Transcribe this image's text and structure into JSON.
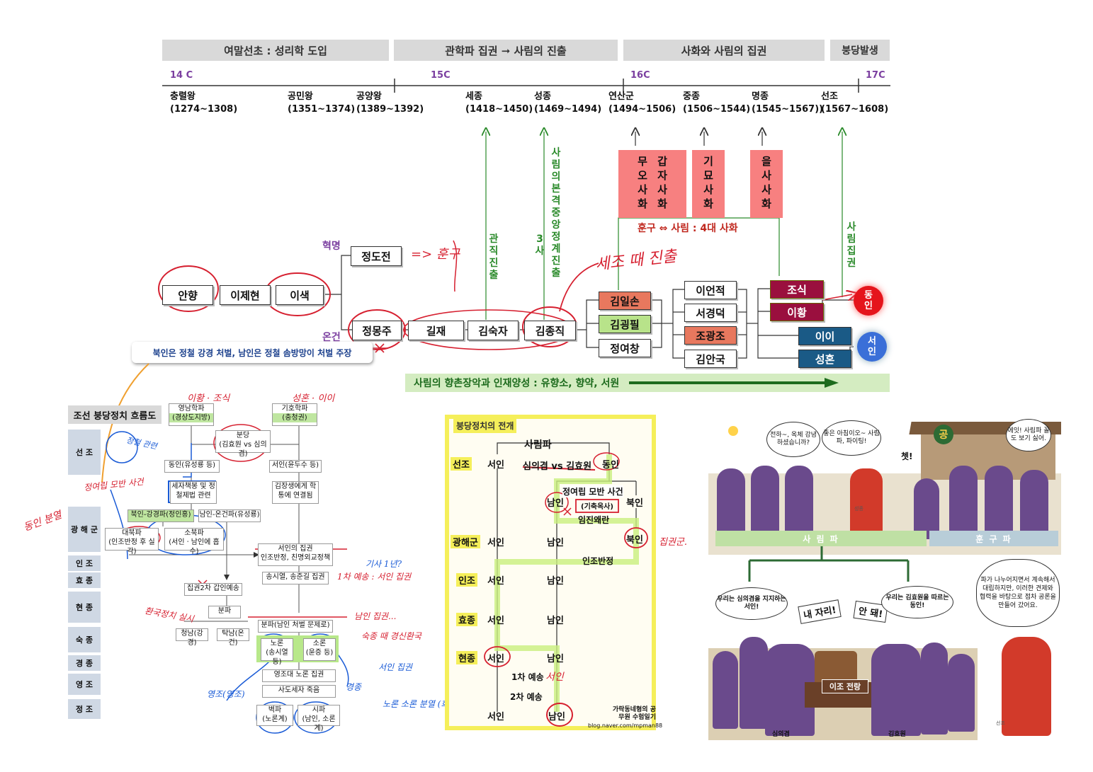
{
  "timeline": {
    "eras": [
      {
        "label": "여말선초 : 성리학 도입"
      },
      {
        "label": "관학파 집권 ➞ 사림의 진출"
      },
      {
        "label": "사화와 사림의 집권"
      },
      {
        "label": "붕당발생"
      }
    ],
    "centuries": [
      "14 C",
      "15C",
      "16C",
      "17C"
    ],
    "kings": [
      {
        "name": "충렬왕",
        "years": "(1274~1308)"
      },
      {
        "name": "공민왕",
        "years": "(1351~1374)"
      },
      {
        "name": "공양왕",
        "years": "(1389~1392)"
      },
      {
        "name": "세종",
        "years": "(1418~1450)"
      },
      {
        "name": "성종",
        "years": "(1469~1494)"
      },
      {
        "name": "연산군",
        "years": "(1494~1506)"
      },
      {
        "name": "중종",
        "years": "(1506~1544)"
      },
      {
        "name": "명종",
        "years": "(1545~1567))"
      },
      {
        "name": "선조",
        "years": "(1567~1608)"
      }
    ]
  },
  "sahwa": {
    "boxes": [
      {
        "cols": [
          "무오사화",
          "갑자사화"
        ]
      },
      {
        "cols": [
          "기묘사화"
        ]
      },
      {
        "cols": [
          "을사사화"
        ]
      }
    ],
    "caption": "훈구 ⇔ 사림 : 4대 사화"
  },
  "lineage": {
    "revolution_label": "혁명",
    "moderate_label": "온건",
    "people": {
      "anhyang": "안향",
      "ijehyeon": "이제현",
      "isaek": "이색",
      "jeongdojeon": "정도전",
      "jeongmongju": "정몽주",
      "giljae": "길재",
      "kimsukja": "김숙자",
      "kimjongjik": "김종직",
      "kimilson": "김일손",
      "kimgoengpil": "김굉필",
      "jeongyeochang": "정여창",
      "ieonjeok": "이언적",
      "seogyeongdeok": "서경덕",
      "jogwangjo": "조광조",
      "kimanguk": "김안국",
      "josik": "조식",
      "ihwang": "이황",
      "ii": "이이",
      "seonghon": "성혼"
    },
    "dongin": "동인",
    "seoin": "서인",
    "vertical_labels": {
      "gwanjik": "관직진출",
      "sa3": "3사",
      "sarim_bongyeok": "사림의본격중앙정계진출",
      "sarim_jipgwon": "사림집권"
    },
    "bottom_arrow": "사림의 향촌장악과 인재양성 : 유향소, 향약, 서원",
    "callout": "북인은 정철 강경 처벌, 남인은 정철 솜방망이 처벌 주장"
  },
  "handwriting": {
    "hungu": "=> 훈구",
    "sejo": "세조 때 진출"
  },
  "flow_chart": {
    "title": "조선 붕당정치 흐름도",
    "kings": [
      "선 조",
      "광 해 군",
      "인 조",
      "효 종",
      "현 종",
      "숙 종",
      "경 종",
      "영 조",
      "정 조"
    ],
    "nodes": {
      "yeongnam": "영남학파",
      "yeongnam_sub": "(경상도지방)",
      "giho": "기호학파",
      "giho_sub": "(충청권)",
      "bundang": "분당",
      "bundang_sub": "(김효원 vs 심의겸)",
      "dongin": "동인(유성룡 등)",
      "seoin": "서인(윤두수 등)",
      "seja": "세자책봉 및 정철제법 관련",
      "kim": "김장생에게 학통에 연결됨",
      "bukin": "북인-강경파(정인홍)",
      "namin": "남인-온건파(유성룡)",
      "daebuk": "대북파",
      "daebuk_sub": "(인조반정 후 실각)",
      "sobuk": "소북파",
      "sobuk_sub": "(서인ㆍ남인에 흡수)",
      "seoin_jipgwon": "서인의 집권",
      "seoin_jipgwon_sub": "인조반정, 친명외교정책",
      "song": "송시열, 송준길 집권",
      "jipgwon": "집권2차 갑인예송",
      "bunpa": "분파",
      "jeongnam": "청남(강경)",
      "tangnam": "탁남(온건)",
      "bunpa_namin": "분파(남인 처벌 문제로)",
      "noron": "노론",
      "noron_sub": "(송시열 등)",
      "soron": "소론",
      "soron_sub": "(윤증 등)",
      "yeongjo_noron": "영조대 노론 집권",
      "sado": "사도세자 죽음",
      "byeokpa": "벽파",
      "byeokpa_sub": "(노론계)",
      "sipa": "시파",
      "sipa_sub": "(남인, 소론계)"
    },
    "notes": {
      "ihwang_jo": "이황 · 조식",
      "seong_i": "성혼 · 이이",
      "jeongyeorip": "정여립 모반 사건",
      "dongin_bunyeol": "동인 분열",
      "jeongcheol": "정철 관련",
      "gisa": "기사 1년?",
      "first_yesong": "1차 예송 : 서인 집권",
      "hwanguk": "환국정치 실시",
      "namin_jipgwon": "남인 집권...",
      "sukjong": "숙종 때 경신환국",
      "seoin_jipgwon": "서인 집권",
      "yeongjo": "영조(영조)",
      "gyeongjong": "경종",
      "noron_soron": "노론 소론 분열 (희빈사사)"
    }
  },
  "yellow_chart": {
    "title": "붕당정치의 전개",
    "sarimpa": "사림파",
    "conflict": "심의겸 vs 김효원",
    "event": "정여립 모반 사건",
    "event_sub": "(기축옥사)",
    "imjin": "임진왜란",
    "injo_banjeong": "인조반정",
    "first_yesong": "1차 예송",
    "second_yesong": "2차 예송",
    "credit": "가락동네형의 공무원 수험일기",
    "blog": "blog.naver.com/mpman88",
    "rows": [
      {
        "king": "선조",
        "left": "서인",
        "mid": "",
        "right": "동인"
      },
      {
        "king": "",
        "left": "",
        "mid": "남인",
        "right": "북인"
      },
      {
        "king": "광해군",
        "left": "서인",
        "mid": "남인",
        "right": "북인"
      },
      {
        "king": "인조",
        "left": "서인",
        "mid": "남인",
        "right": ""
      },
      {
        "king": "효종",
        "left": "서인",
        "mid": "남인",
        "right": ""
      },
      {
        "king": "현종",
        "left": "서인",
        "mid": "남인",
        "right": ""
      },
      {
        "king": "",
        "left": "서인",
        "mid": "남인",
        "right": ""
      }
    ],
    "hw_seoin": "서인",
    "hw_bukin": "집권군."
  },
  "cartoon": {
    "bubbles": [
      "전하~, 옥체 강녕하셨습니까?",
      "좋은 아침이오~ 사림파, 파이팅!",
      "에잇! 사림파 꼴도 보기 싫어.",
      "쳇!"
    ],
    "sarim_label": "사 림 파",
    "hungu_label": "훈 구 파",
    "king_tag": "성종",
    "gong": "공",
    "bubbles2": [
      "우리는 심의겸을 지지하는 서인!",
      "내 자리!",
      "안 돼!",
      "우리는 김효원을 따르는 동인!"
    ],
    "desk_label": "이조 전랑",
    "narration": "파가 나누어지면서 계속해서 대립하지만, 이러한 견제와 협력을 바탕으로 점차 공론을 만들어 갔어요.",
    "name_left": "심의겸",
    "name_right": "김효원",
    "seonjo_tag": "선조"
  }
}
